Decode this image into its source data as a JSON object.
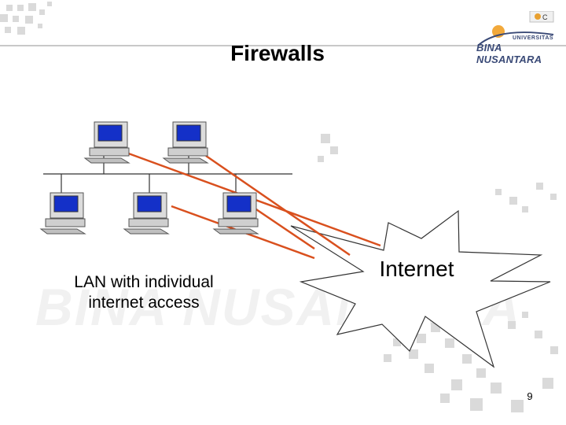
{
  "slide": {
    "title": "Firewalls",
    "lan_caption_line1": "LAN with individual",
    "lan_caption_line2": "internet access",
    "internet_label": "Internet",
    "page_number": "9"
  },
  "logo": {
    "line1": "UNIVERSITAS",
    "line2": "BINA NUSANTARA",
    "watermark": "BINA NUSANTARA"
  },
  "colors": {
    "connection_line": "#d9501e",
    "screen": "#1430c8",
    "computer_body": "#dcdcdc",
    "title_rule": "#c8c8c8",
    "decor_squares": "#d8d8d8"
  },
  "computers": [
    {
      "id": "pc-1"
    },
    {
      "id": "pc-2"
    },
    {
      "id": "pc-3"
    },
    {
      "id": "pc-4"
    },
    {
      "id": "pc-5"
    }
  ]
}
